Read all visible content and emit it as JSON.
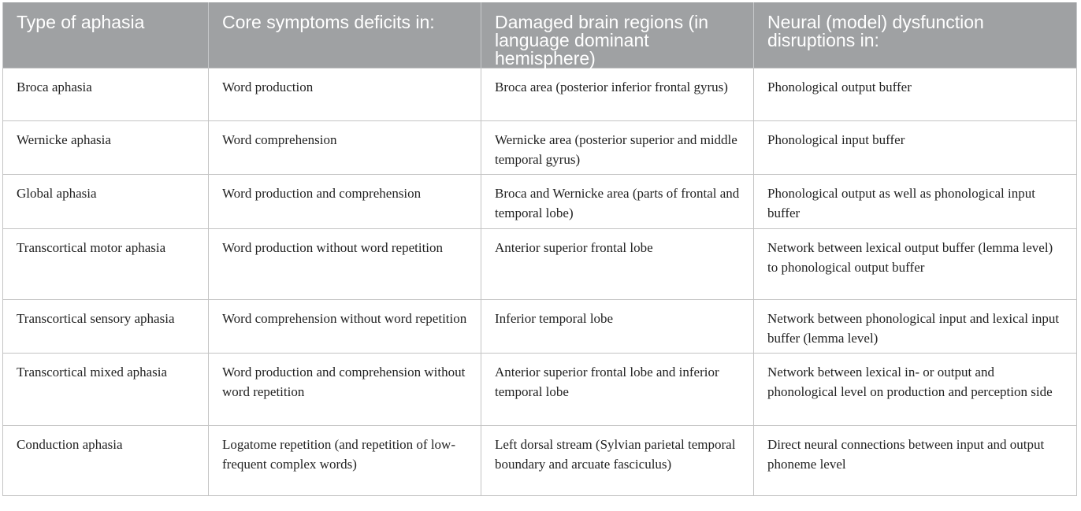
{
  "table": {
    "headers": [
      "Type of aphasia",
      "Core symptoms deficits in:",
      "Damaged brain regions (in language dominant hemisphere)",
      "Neural (model) dysfunction disruptions in:"
    ],
    "rows": [
      [
        "Broca aphasia",
        "Word production",
        "Broca area (posterior inferior frontal gyrus)",
        "Phonological output buffer"
      ],
      [
        "Wernicke aphasia",
        "Word comprehension",
        "Wernicke area (posterior superior and middle temporal gyrus)",
        "Phonological input buffer"
      ],
      [
        "Global aphasia",
        "Word production and comprehension",
        "Broca and Wernicke area (parts of frontal and temporal lobe)",
        "Phonological output as well as phonological input buffer"
      ],
      [
        "Transcortical motor aphasia",
        "Word production without word repetition",
        "Anterior superior frontal lobe",
        "Network between lexical output buffer (lemma level) to phonological output buffer"
      ],
      [
        "Transcortical sensory aphasia",
        "Word comprehension without word repetition",
        "Inferior temporal lobe",
        "Network between phonological input and lexical input buffer (lemma level)"
      ],
      [
        "Transcortical mixed aphasia",
        "Word production and comprehension without word repetition",
        "Anterior superior frontal lobe and inferior temporal lobe",
        "Network between lexical in- or output and phonological level on production and perception side"
      ],
      [
        "Conduction aphasia",
        "Logatome repetition (and repetition of low-frequent complex words)",
        "Left dorsal stream (Sylvian parietal temporal boundary and arcuate fasciculus)",
        "Direct neural connections between input and output phoneme level"
      ]
    ]
  },
  "colors": {
    "header_bg": "#9fa1a3",
    "header_text": "#ffffff",
    "cell_border": "#c4c4c4",
    "body_text": "#222222"
  }
}
